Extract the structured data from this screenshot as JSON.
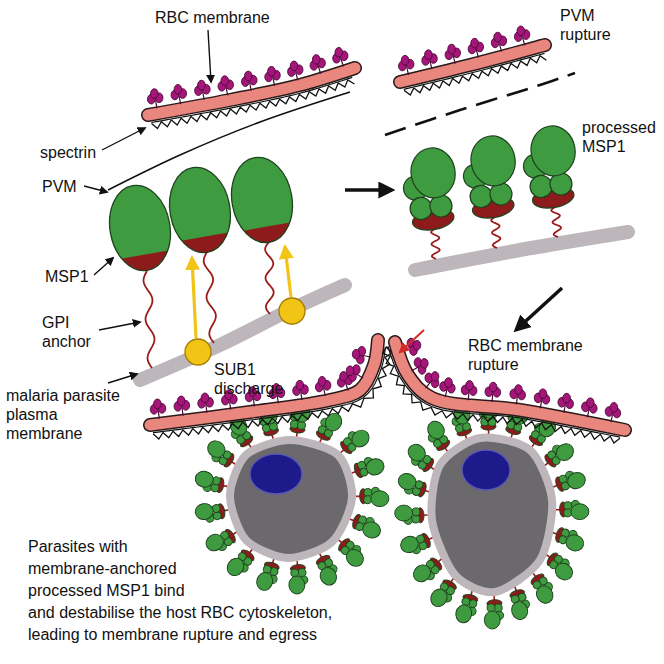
{
  "diagram": {
    "labels": [
      "RBC membrane",
      "PVM rupture",
      "spectrin",
      "PVM",
      "processed MSP1",
      "MSP1",
      "GPI anchor",
      "SUB1 discharge",
      "malaria parasite plasma membrane",
      "RBC membrane rupture",
      "Parasites with membrane-anchored processed MSP1 bind and destabilise the host RBC cytoskeleton, leading to membrane rupture and egress"
    ]
  }
}
